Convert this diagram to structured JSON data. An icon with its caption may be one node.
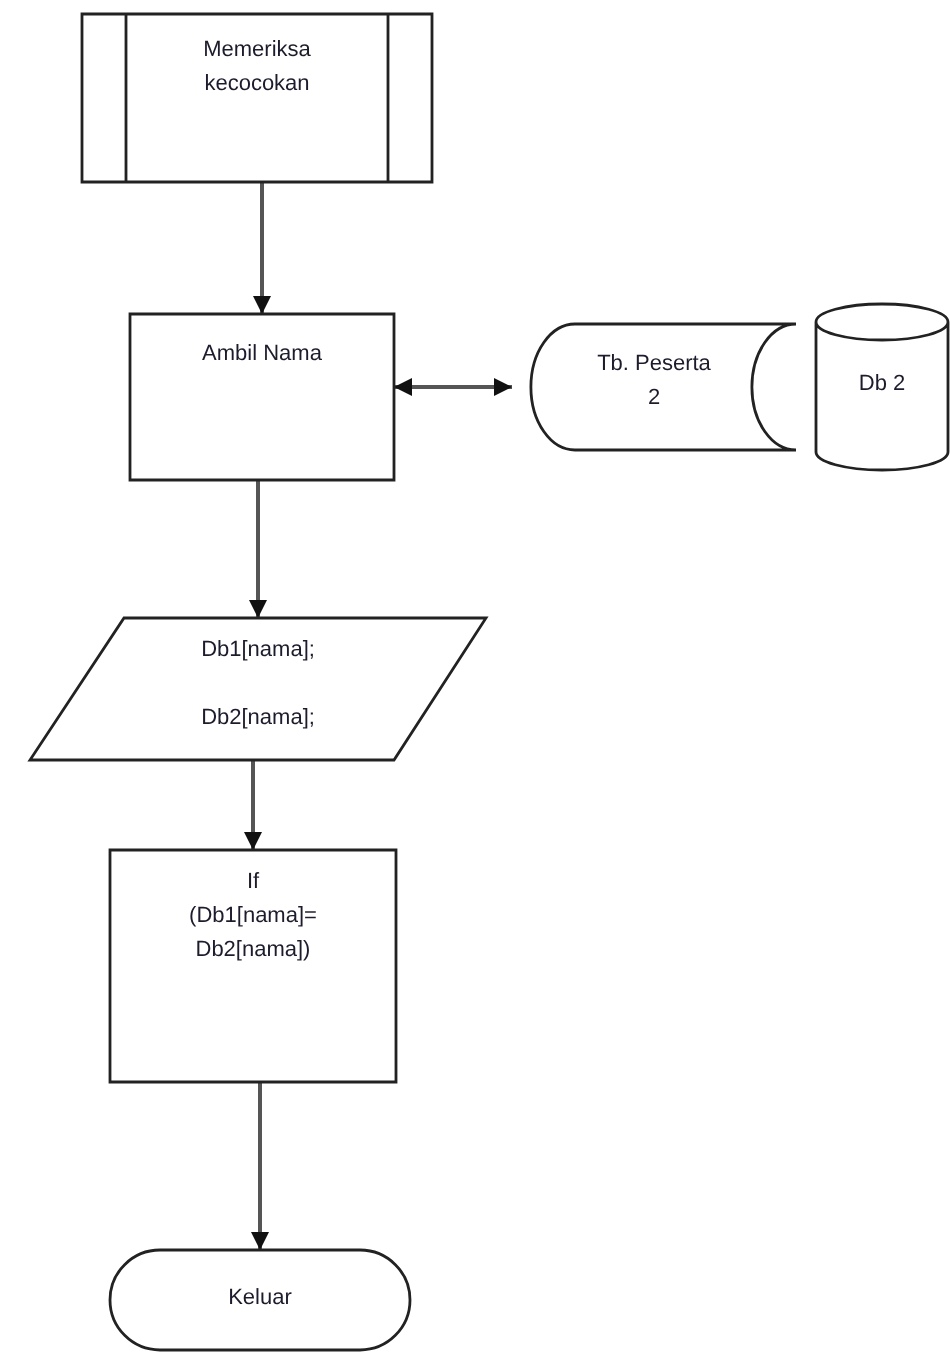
{
  "diagram": {
    "nodes": [
      {
        "text": [
          "Memeriksa kecocokan"
        ]
      },
      {
        "text": [
          "Ambil Nama"
        ]
      },
      {
        "text": [
          "Tb. Peserta 2"
        ]
      },
      {
        "text": [
          "Db 2"
        ]
      },
      {
        "text": [
          "Db1[nama];",
          "Db2[nama];"
        ]
      },
      {
        "text": [
          "If (Db1[nama]= Db2[nama])"
        ]
      },
      {
        "text": [
          "Keluar"
        ]
      }
    ],
    "edges": [
      {
        "from": 0,
        "to": 1,
        "arrow": "to"
      },
      {
        "from": 1,
        "to": 2,
        "arrow": "both"
      },
      {
        "from": 1,
        "to": 4,
        "arrow": "to"
      },
      {
        "from": 4,
        "to": 5,
        "arrow": "to"
      },
      {
        "from": 5,
        "to": 6,
        "arrow": "to"
      }
    ]
  }
}
